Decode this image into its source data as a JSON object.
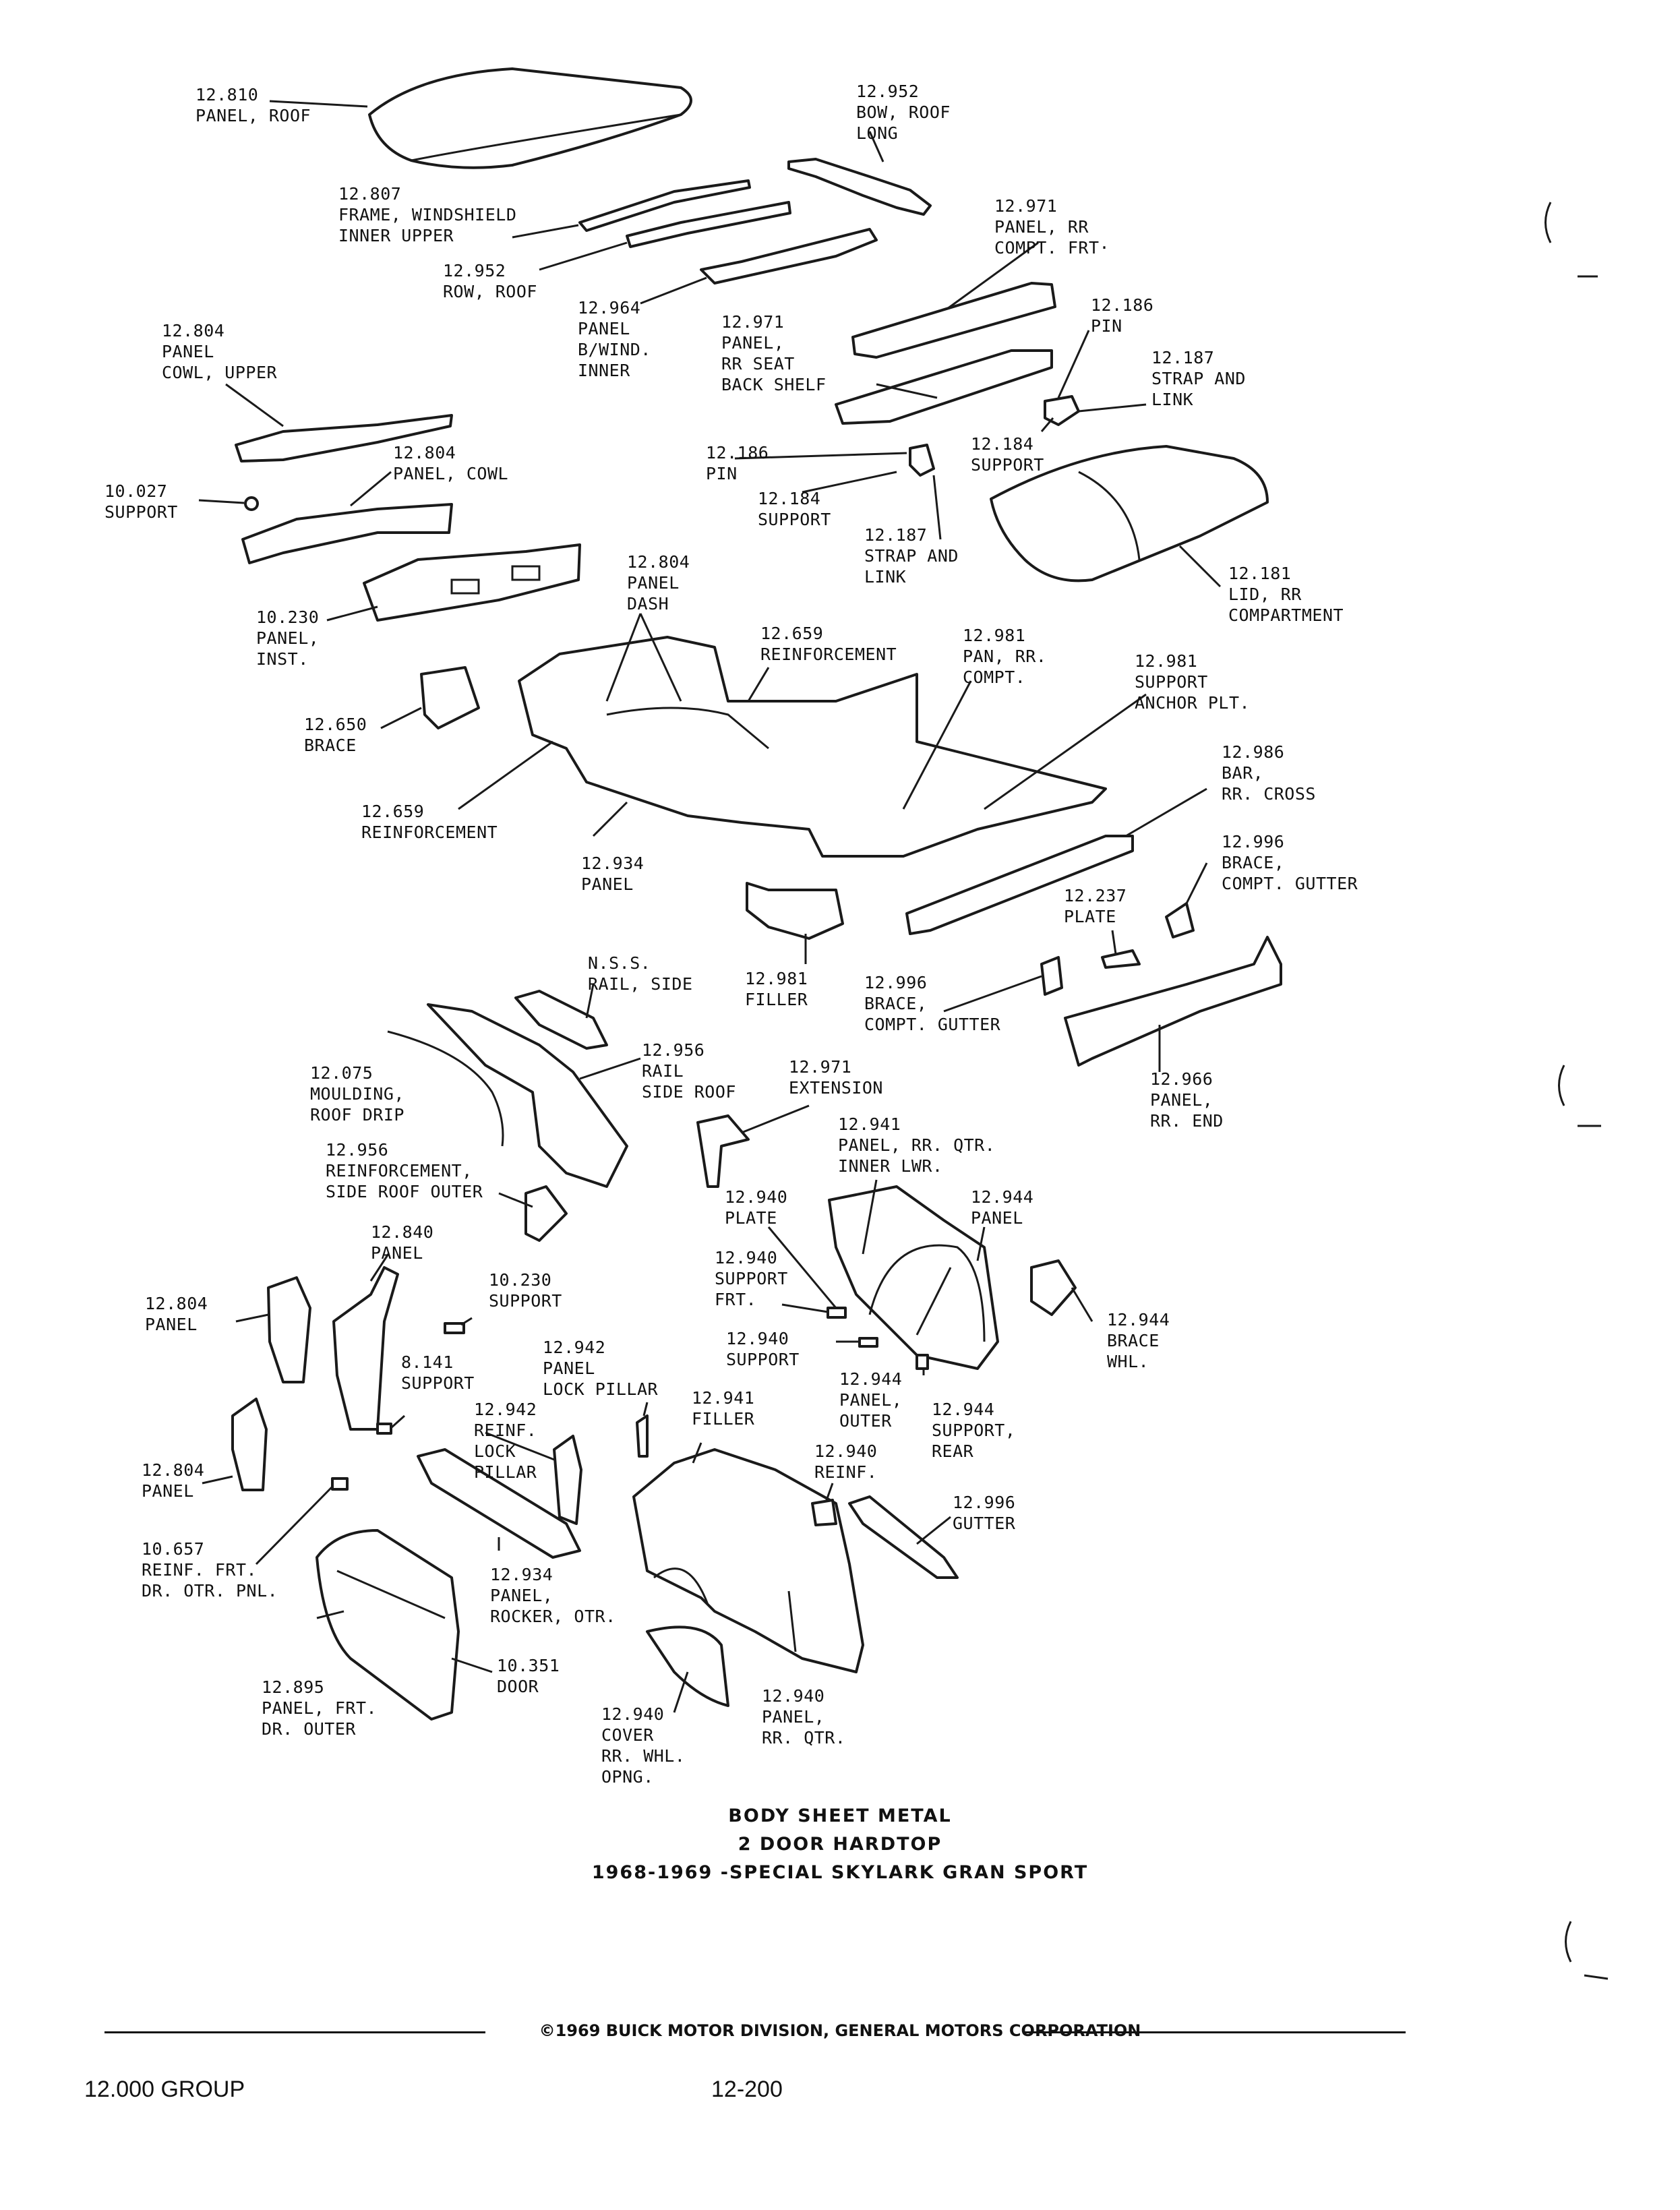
{
  "diagram": {
    "title_lines": [
      "BODY SHEET METAL",
      "2 DOOR HARDTOP",
      "1968-1969 -SPECIAL SKYLARK GRAN SPORT"
    ],
    "copyright": "©1969 BUICK MOTOR DIVISION, GENERAL MOTORS CORPORATION",
    "group": "12.000 GROUP",
    "page_number": "12-200",
    "callouts": [
      {
        "id": "roof-panel",
        "lines": [
          "12.810",
          "PANEL, ROOF"
        ]
      },
      {
        "id": "roof-bow-long",
        "lines": [
          "12.952",
          "BOW, ROOF",
          "LONG"
        ]
      },
      {
        "id": "windshield-frame",
        "lines": [
          "12.807",
          "FRAME, WINDSHIELD",
          "INNER UPPER"
        ]
      },
      {
        "id": "rr-compt-frt-panel",
        "lines": [
          "12.971",
          "PANEL, RR",
          "COMPT. FRT·"
        ]
      },
      {
        "id": "roof-bow",
        "lines": [
          "12.952",
          "ROW, ROOF"
        ]
      },
      {
        "id": "windshield-inner-panel",
        "lines": [
          "12.964",
          "PANEL",
          "B/WIND.",
          "INNER"
        ]
      },
      {
        "id": "seat-back-shelf",
        "lines": [
          "12.971",
          "PANEL,",
          "RR SEAT",
          "BACK SHELF"
        ]
      },
      {
        "id": "pin-right",
        "lines": [
          "12.186",
          "PIN"
        ]
      },
      {
        "id": "cowl-upper",
        "lines": [
          "12.804",
          "PANEL",
          "COWL, UPPER"
        ]
      },
      {
        "id": "strap-link-right",
        "lines": [
          "12.187",
          "STRAP AND",
          "LINK"
        ]
      },
      {
        "id": "support-right",
        "lines": [
          "12.184",
          "SUPPORT"
        ]
      },
      {
        "id": "cowl-panel",
        "lines": [
          "12.804",
          "PANEL, COWL"
        ]
      },
      {
        "id": "pin-center",
        "lines": [
          "12.186",
          "PIN"
        ]
      },
      {
        "id": "support-left",
        "lines": [
          "10.027",
          "SUPPORT"
        ]
      },
      {
        "id": "support-center",
        "lines": [
          "12.184",
          "SUPPORT"
        ]
      },
      {
        "id": "strap-link-center",
        "lines": [
          "12.187",
          "STRAP AND",
          "LINK"
        ]
      },
      {
        "id": "rr-compartment-lid",
        "lines": [
          "12.181",
          "LID, RR",
          "COMPARTMENT"
        ]
      },
      {
        "id": "dash-panel",
        "lines": [
          "12.804",
          "PANEL",
          "DASH"
        ]
      },
      {
        "id": "inst-panel",
        "lines": [
          "10.230",
          "PANEL,",
          "INST."
        ]
      },
      {
        "id": "reinforcement-top",
        "lines": [
          "12.659",
          "REINFORCEMENT"
        ]
      },
      {
        "id": "rr-compt-pan",
        "lines": [
          "12.981",
          "PAN, RR.",
          "COMPT."
        ]
      },
      {
        "id": "support-anchor-plt",
        "lines": [
          "12.981",
          "SUPPORT",
          "ANCHOR PLT."
        ]
      },
      {
        "id": "brace",
        "lines": [
          "12.650",
          "BRACE"
        ]
      },
      {
        "id": "rr-cross-bar",
        "lines": [
          "12.986",
          "BAR,",
          "RR. CROSS"
        ]
      },
      {
        "id": "reinforcement-left",
        "lines": [
          "12.659",
          "REINFORCEMENT"
        ]
      },
      {
        "id": "floor-panel",
        "lines": [
          "12.934",
          "PANEL"
        ]
      },
      {
        "id": "compt-gutter-brace-right",
        "lines": [
          "12.996",
          "BRACE,",
          "COMPT. GUTTER"
        ]
      },
      {
        "id": "plate",
        "lines": [
          "12.237",
          "PLATE"
        ]
      },
      {
        "id": "nss-side-rail",
        "lines": [
          "N.S.S.",
          "RAIL, SIDE"
        ]
      },
      {
        "id": "filler",
        "lines": [
          "12.981",
          "FILLER"
        ]
      },
      {
        "id": "compt-gutter-brace-center",
        "lines": [
          "12.996",
          "BRACE,",
          "COMPT. GUTTER"
        ]
      },
      {
        "id": "side-roof-rail",
        "lines": [
          "12.956",
          "RAIL",
          "SIDE ROOF"
        ]
      },
      {
        "id": "extension",
        "lines": [
          "12.971",
          "EXTENSION"
        ]
      },
      {
        "id": "roof-drip-moulding",
        "lines": [
          "12.075",
          "MOULDING,",
          "ROOF DRIP"
        ]
      },
      {
        "id": "rr-end-panel",
        "lines": [
          "12.966",
          "PANEL,",
          "RR. END"
        ]
      },
      {
        "id": "rr-qtr-inner-lwr",
        "lines": [
          "12.941",
          "PANEL, RR. QTR.",
          "INNER LWR."
        ]
      },
      {
        "id": "side-roof-outer-reinf",
        "lines": [
          "12.956",
          "REINFORCEMENT,",
          "SIDE ROOF OUTER"
        ]
      },
      {
        "id": "plate-940",
        "lines": [
          "12.940",
          "PLATE"
        ]
      },
      {
        "id": "panel-944",
        "lines": [
          "12.944",
          "PANEL"
        ]
      },
      {
        "id": "panel-840",
        "lines": [
          "12.840",
          "PANEL"
        ]
      },
      {
        "id": "support-frt",
        "lines": [
          "12.940",
          "SUPPORT",
          "FRT."
        ]
      },
      {
        "id": "support-230",
        "lines": [
          "10.230",
          "SUPPORT"
        ]
      },
      {
        "id": "panel-804-upper",
        "lines": [
          "12.804",
          "PANEL"
        ]
      },
      {
        "id": "whl-brace",
        "lines": [
          "12.944",
          "BRACE",
          "WHL."
        ]
      },
      {
        "id": "support-940",
        "lines": [
          "12.940",
          "SUPPORT"
        ]
      },
      {
        "id": "lock-pillar-panel",
        "lines": [
          "12.942",
          "PANEL",
          "LOCK PILLAR"
        ]
      },
      {
        "id": "support-141",
        "lines": [
          "8.141",
          "SUPPORT"
        ]
      },
      {
        "id": "panel-outer",
        "lines": [
          "12.944",
          "PANEL,",
          "OUTER"
        ]
      },
      {
        "id": "support-rear",
        "lines": [
          "12.944",
          "SUPPORT,",
          "REAR"
        ]
      },
      {
        "id": "lock-pillar-reinf",
        "lines": [
          "12.942",
          "REINF.",
          "LOCK",
          "PILLAR"
        ]
      },
      {
        "id": "filler-941",
        "lines": [
          "12.941",
          "FILLER"
        ]
      },
      {
        "id": "reinf-940",
        "lines": [
          "12.940",
          "REINF."
        ]
      },
      {
        "id": "panel-804-lower",
        "lines": [
          "12.804",
          "PANEL"
        ]
      },
      {
        "id": "gutter",
        "lines": [
          "12.996",
          "GUTTER"
        ]
      },
      {
        "id": "frt-dr-otr-reinf",
        "lines": [
          "10.657",
          "REINF. FRT.",
          "DR. OTR. PNL."
        ]
      },
      {
        "id": "rocker-panel",
        "lines": [
          "12.934",
          "PANEL,",
          "ROCKER, OTR."
        ]
      },
      {
        "id": "door",
        "lines": [
          "10.351",
          "DOOR"
        ]
      },
      {
        "id": "frt-dr-outer-panel",
        "lines": [
          "12.895",
          "PANEL, FRT.",
          "DR. OUTER"
        ]
      },
      {
        "id": "rr-whl-opng-cover",
        "lines": [
          "12.940",
          "COVER",
          "RR. WHL.",
          "OPNG."
        ]
      },
      {
        "id": "rr-qtr-panel",
        "lines": [
          "12.940",
          "PANEL,",
          "RR. QTR."
        ]
      }
    ]
  }
}
